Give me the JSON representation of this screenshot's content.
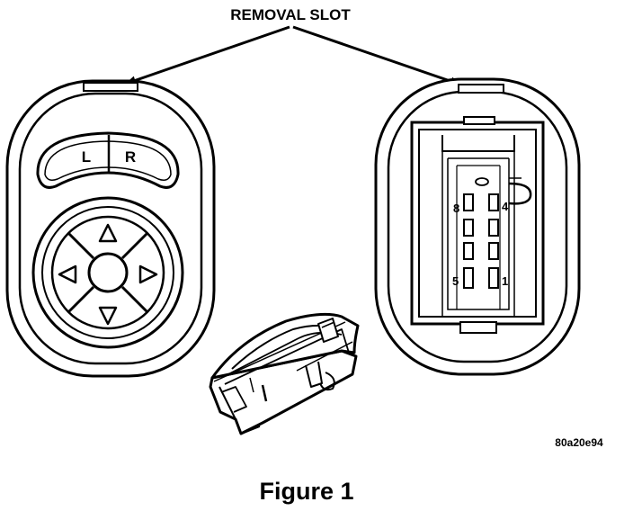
{
  "callout": {
    "removal_slot": "REMOVAL SLOT"
  },
  "switch_face": {
    "left_label": "L",
    "right_label": "R"
  },
  "connector_pins": {
    "pin_8": "8",
    "pin_4": "4",
    "pin_5": "5",
    "pin_1": "1"
  },
  "figure": {
    "code": "80a20e94",
    "caption": "Figure 1"
  },
  "colors": {
    "ink": "#000000",
    "background": "#ffffff"
  },
  "icons": [
    "arrow-up-icon",
    "arrow-down-icon",
    "arrow-left-icon",
    "arrow-right-icon"
  ]
}
